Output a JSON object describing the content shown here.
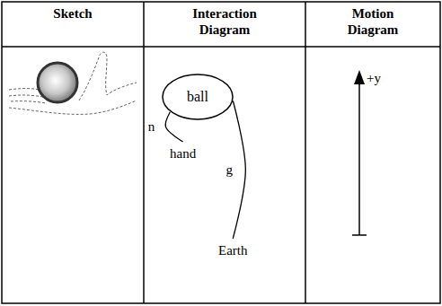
{
  "diagram": {
    "nodes": [
      {
        "text": [
          "ball"
        ]
      },
      {
        "text": [
          "hand"
        ]
      },
      {
        "text": [
          "Earth"
        ]
      }
    ],
    "edges": [
      {
        "from": 0,
        "to": 1,
        "arrow": "none",
        "label": "n"
      },
      {
        "from": 0,
        "to": 2,
        "arrow": "none",
        "label": "g"
      }
    ],
    "labels": [
      "Sketch",
      "Interaction Diagram",
      "Motion Diagram",
      "+y"
    ]
  }
}
